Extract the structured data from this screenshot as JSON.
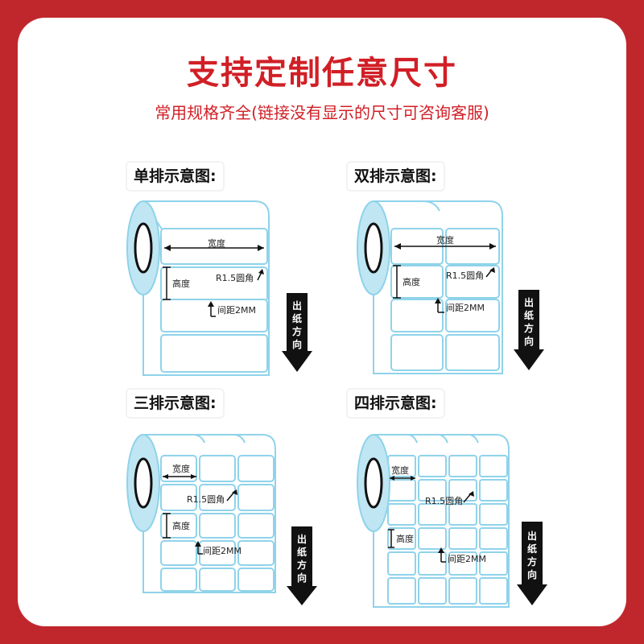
{
  "title": "支持定制任意尺寸",
  "subtitle": "常用规格齐全(链接没有显示的尺寸可咨询客服)",
  "colors": {
    "accent_red": "#c0272d",
    "label_blue": "#8fd3ea",
    "core_blue": "#bfe6f2"
  },
  "panels": [
    {
      "label": "单排示意图:",
      "width_label": "宽度",
      "height_label": "高度",
      "corner_label": "R1.5圆角",
      "gap_label": "间距2MM",
      "direction_label": "出纸方向",
      "direction_chars": [
        "出",
        "纸",
        "方",
        "向"
      ]
    },
    {
      "label": "双排示意图:",
      "width_label": "宽度",
      "height_label": "高度",
      "corner_label": "R1.5圆角",
      "gap_label": "间距2MM",
      "direction_label": "出纸方向",
      "direction_chars": [
        "出",
        "纸",
        "方",
        "向"
      ]
    },
    {
      "label": "三排示意图:",
      "width_label": "宽度",
      "height_label": "高度",
      "corner_label": "R1.5圆角",
      "gap_label": "间距2MM",
      "direction_label": "出纸方向",
      "direction_chars": [
        "出",
        "纸",
        "方",
        "向"
      ]
    },
    {
      "label": "四排示意图:",
      "width_label": "宽度",
      "height_label": "高度",
      "corner_label": "R1.5圆角",
      "gap_label": "间距2MM",
      "direction_label": "出纸方向",
      "direction_chars": [
        "出",
        "纸",
        "方",
        "向"
      ]
    }
  ]
}
